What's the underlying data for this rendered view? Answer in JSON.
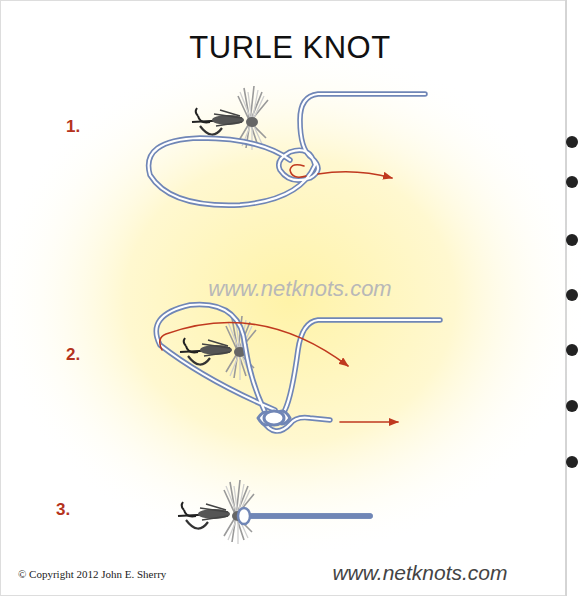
{
  "diagram": {
    "title": "TURLE KNOT",
    "labels": [
      "1.",
      "2.",
      "www.netknots.com",
      "3.",
      "© Copyright 2012 John E. Sherry",
      "www.netknots.com"
    ]
  }
}
